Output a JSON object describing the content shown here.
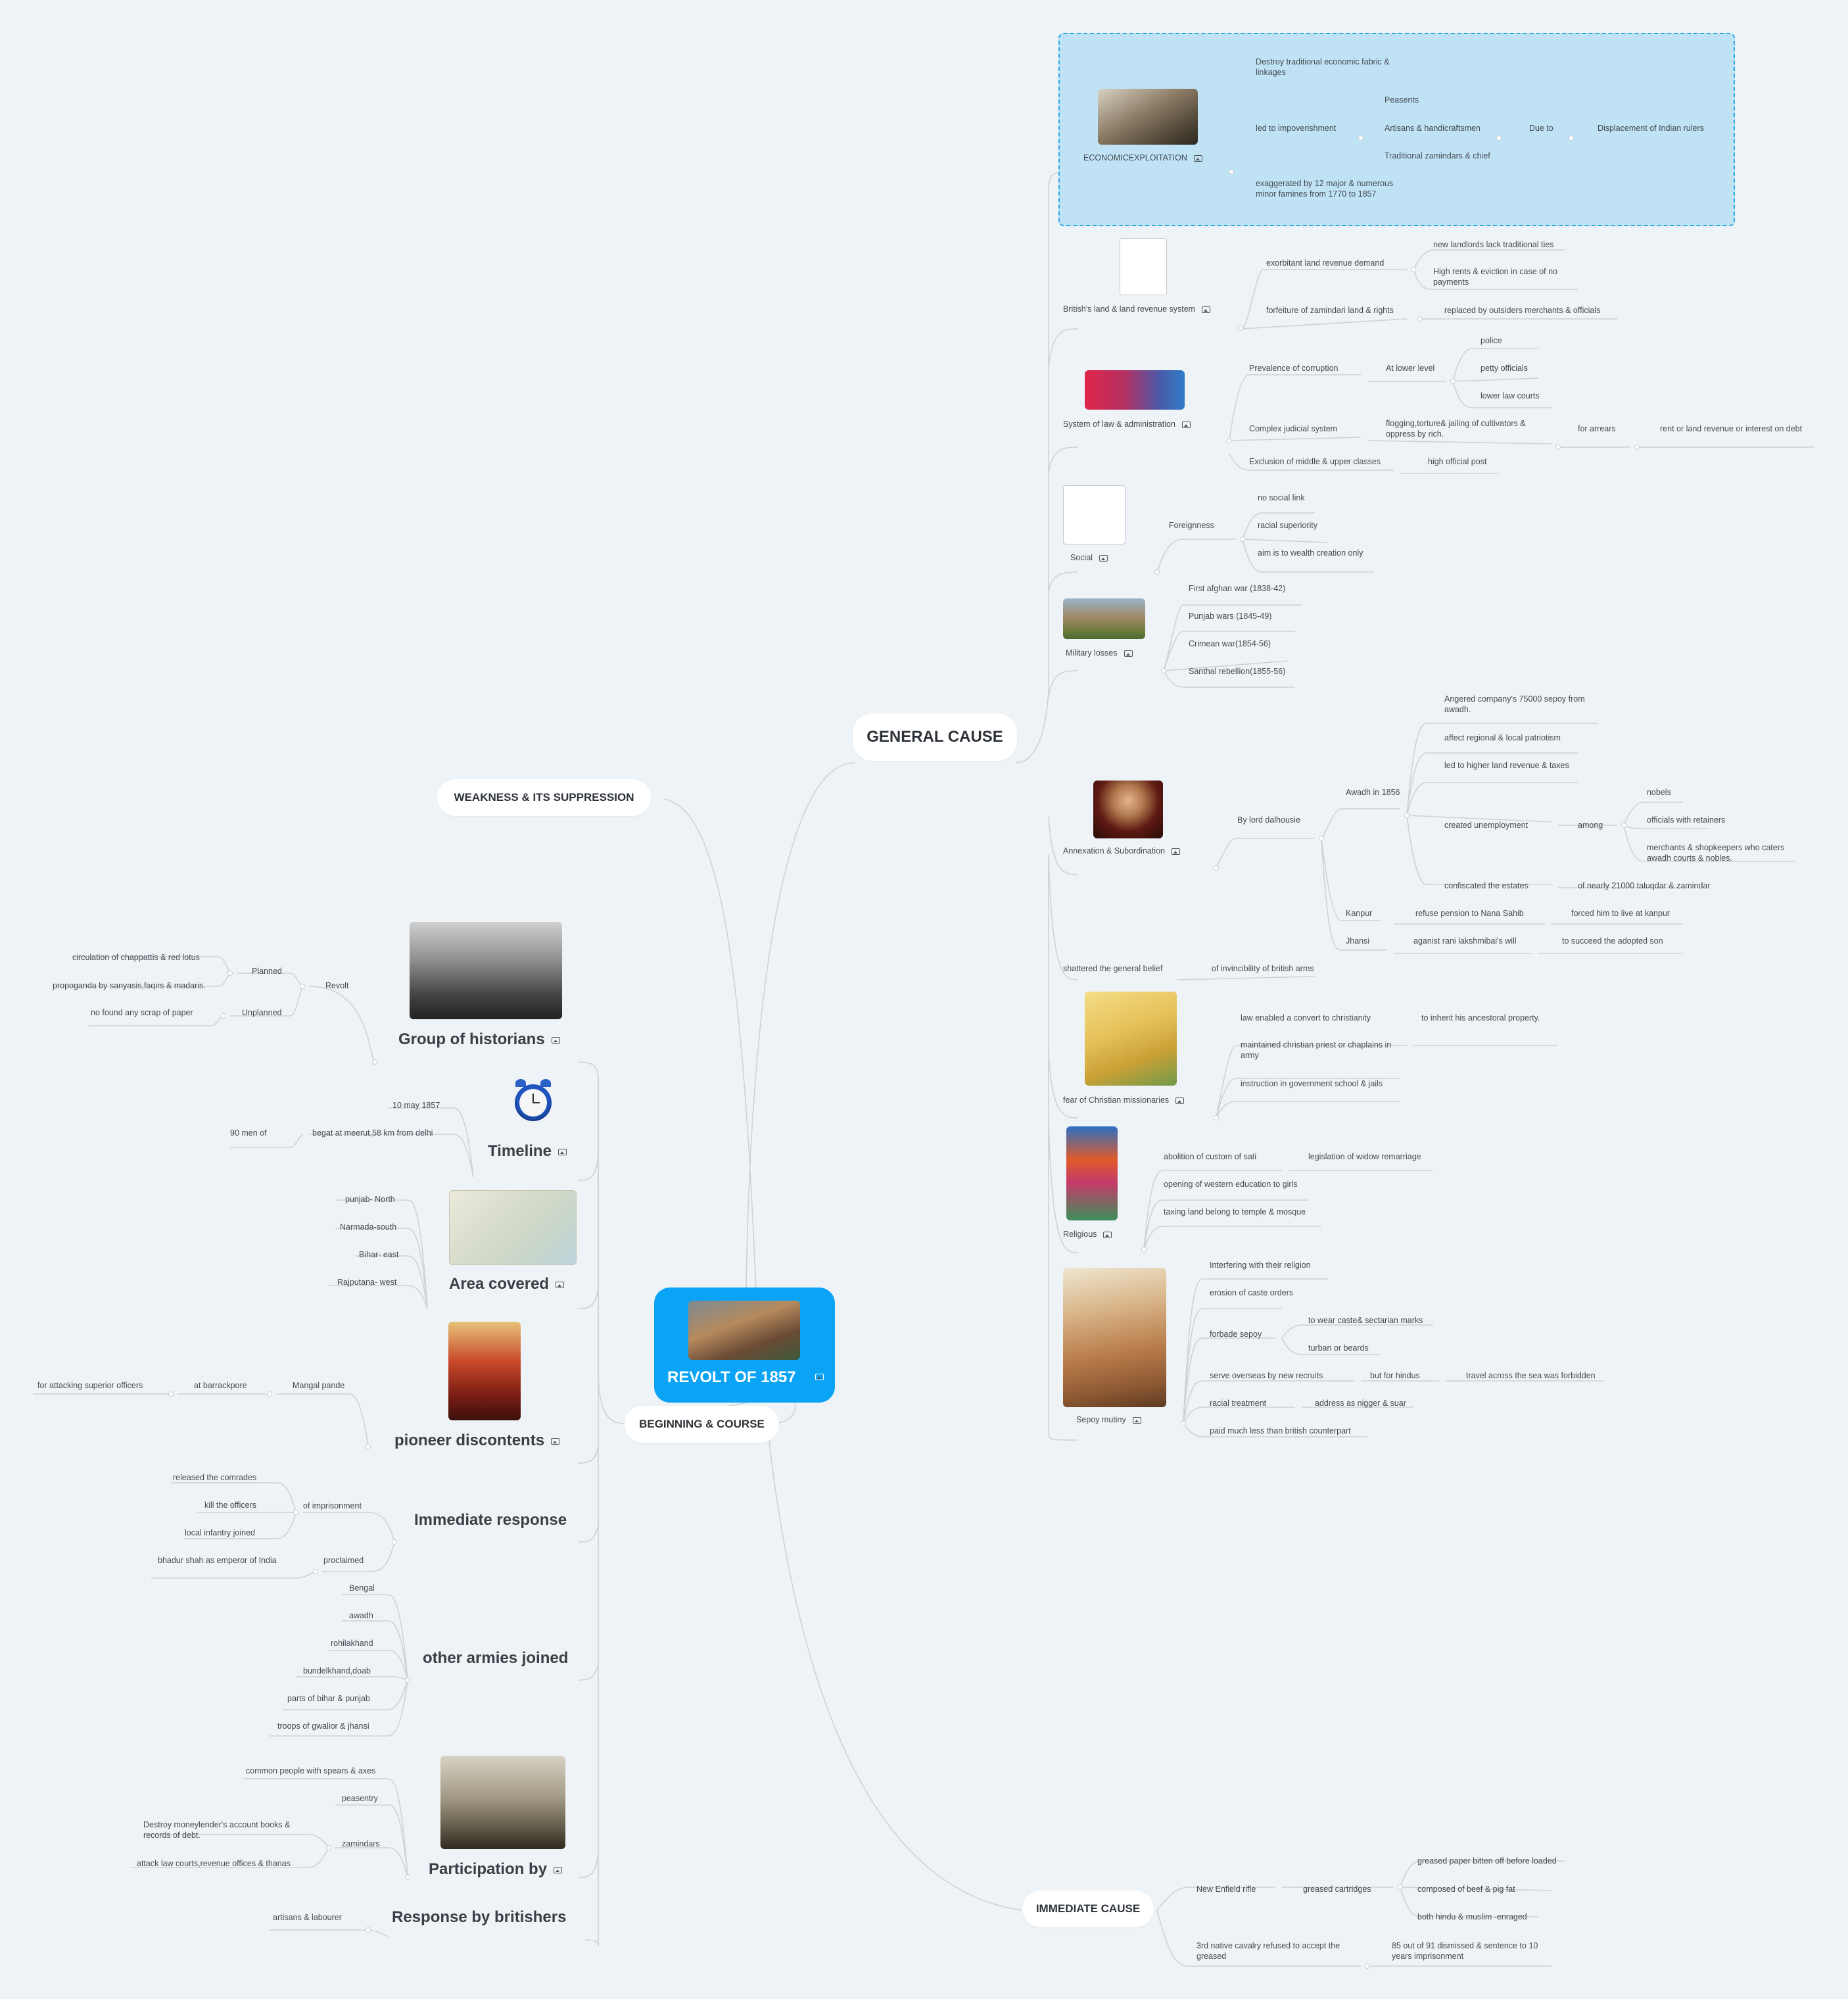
{
  "root": {
    "title": "REVOLT OF 1857"
  },
  "branches": {
    "general_cause": "GENERAL CAUSE",
    "weakness": "WEAKNESS & ITS SUPPRESSION",
    "beginning": "BEGINNING & COURSE",
    "immediate": "IMMEDIATE CAUSE"
  },
  "economic": {
    "label": "ECONOMICEXPLOITATION",
    "destroy": "Destroy traditional economic  fabric & linkages",
    "impoverishment": "led to impoverishment",
    "peasents": "Peasents",
    "artisans": "Artisans & handicraftsmen",
    "zamindars": "Traditional zamindars & chief",
    "due_to": "Due to",
    "displacement": "Displacement of Indian rulers",
    "famines": "exaggerated by 12 major & numerous minor famines from 1770 to 1857"
  },
  "land": {
    "label": "British's land & land revenue system",
    "exorbitant": "exorbitant land revenue demand",
    "new_landlords": "new landlords lack traditional ties",
    "high_rents": "High rents & eviction in case of no payments",
    "forfeiture": "forfeiture of zamindari land & rights",
    "replaced": "replaced by  outsiders merchants & officials"
  },
  "law": {
    "label": "System of law & administration",
    "corruption": "Prevalence of corruption",
    "lower_level": "At lower level",
    "police": "police",
    "petty": "petty officials",
    "courts": "lower law courts",
    "judicial": "Complex judicial system",
    "flogging": "flogging,torture& jailing of cultivators & oppress by rich.",
    "arrears": "for arrears",
    "rent": "rent or land revenue or interest on debt",
    "exclusion": "Exclusion of middle & upper classes",
    "high_post": "high official post"
  },
  "social": {
    "label": "Social",
    "foreignness": "Foreignness",
    "no_link": "no social link",
    "racial": "racial superiority",
    "wealth": "aim is to wealth creation only"
  },
  "military": {
    "label": "Military losses",
    "afghan": "First afghan war (1838-42)",
    "punjab": "Punjab wars (1845-49)",
    "crimean": "Crimean war(1854-56)",
    "santhal": "Santhal rebellion(1855-56)"
  },
  "annexation": {
    "label": "Annexation & Subordination",
    "dalhousie": "By lord dalhousie",
    "awadh": "Awadh in 1856",
    "angered": "Angered company's 75000 sepoy from awadh.",
    "patriotism": "affect regional & local patriotism",
    "higher": "led to higher land revenue & taxes",
    "unemployment": "created unemployment",
    "among": "among",
    "nobels": "nobels",
    "officials": "officials with retainers",
    "merchants": "merchants & shopkeepers who caters awadh courts & nobles.",
    "confiscated": "confiscated the estates",
    "taluqdar": "of nearly 21000 taluqdar & zamindar",
    "kanpur": "Kanpur",
    "nana": "refuse pension to Nana Sahib",
    "forced": "forced him to live at kanpur",
    "jhansi": "Jhansi",
    "rani": "aganist rani lakshmibai's will",
    "adopted": "to succeed the adopted son"
  },
  "belief": {
    "label": "shattered the general belief",
    "invincibility": "of invincibility of british arms"
  },
  "christian": {
    "label": "fear of Christian missionaries",
    "law": "law enabled a convert to christianity",
    "inherit": "to inherit his ancestoral property.",
    "priest": "maintained christian priest or chaplains in army",
    "instruction": "instruction in government school & jails"
  },
  "religious": {
    "label": "Religious",
    "sati": "abolition of custom of sati",
    "widow": "legislation of widow remarriage",
    "education": "opening of western education to girls",
    "taxing": "taxing land belong to temple & mosque"
  },
  "sepoy": {
    "label": "Sepoy mutiny",
    "interfering": "Interfering with their religion",
    "erosion": "erosion of caste orders",
    "forbade": "forbade sepoy",
    "caste_marks": "to wear caste& sectarian marks",
    "turban": "turban or beards",
    "overseas": "serve overseas by new recruits",
    "hindus": "but for hindus",
    "travel": "travel across the sea was forbidden",
    "racial": "racial treatment",
    "nigger": "address as nigger & suar",
    "paid": "paid much less than british counterpart"
  },
  "immediate": {
    "enfield": "New Enfield rifle",
    "cartridges": "greased cartridges",
    "bitten": "greased paper bitten off before loaded",
    "beef": "composed of beef & pig fat",
    "enraged": "both hindu & muslim -enraged",
    "cavalry": "3rd native cavalry refused to accept the greased",
    "dismissed": "85 out of 91 dismissed & sentence to 10 years imprisonment"
  },
  "historians": {
    "label": "Group of historians",
    "revolt": "Revolt",
    "planned": "Planned",
    "chappattis": "circulation of chappattis & red lotus",
    "propoganda": "propoganda by sanyasis,faqirs & madaris.",
    "unplanned": "Unplanned",
    "scrap": "no found any scrap of paper"
  },
  "timeline": {
    "label": "Timeline",
    "date": "10 may 1857",
    "meerut": "begat at meerut,58 km from delhi",
    "men": "90 men of"
  },
  "area": {
    "label": "Area covered",
    "north": "punjab- North",
    "south": "Narmada-south",
    "east": "Bihar- east",
    "west": "Rajputana- west"
  },
  "pioneer": {
    "label": "pioneer discontents",
    "mangal": "Mangal pande",
    "barrackpore": "at barrackpore",
    "attacking": "for attacking superior officers"
  },
  "response": {
    "label": "Immediate response",
    "imprisonment": "of imprisonment",
    "released": "released the comrades",
    "killed": "kill the officers",
    "infantry": "local infantry joined",
    "proclaimed": "proclaimed",
    "bhadur": "bhadur shah as emperor of India"
  },
  "armies": {
    "label": "other armies joined",
    "items": [
      "Bengal",
      "awadh",
      "rohilakhand",
      "bundelkhand,doab",
      "parts of bihar & punjab",
      "troops of gwalior & jhansi"
    ]
  },
  "participation": {
    "label": "Participation by",
    "common": "common people with spears & axes",
    "peasentry": "peasentry",
    "zamindars": "zamindars",
    "moneylender": "Destroy moneylender's account books & records of debt.",
    "attack": "attack law courts,revenue offices & thanas"
  },
  "britishers": {
    "label": "Response by britishers",
    "artisans": "artisans & labourer"
  },
  "colors": {
    "root": "#0aa3f5",
    "highlight": "#bfe3f5",
    "highlight_border": "#2aa8e8",
    "line": "#cdd2d7"
  }
}
